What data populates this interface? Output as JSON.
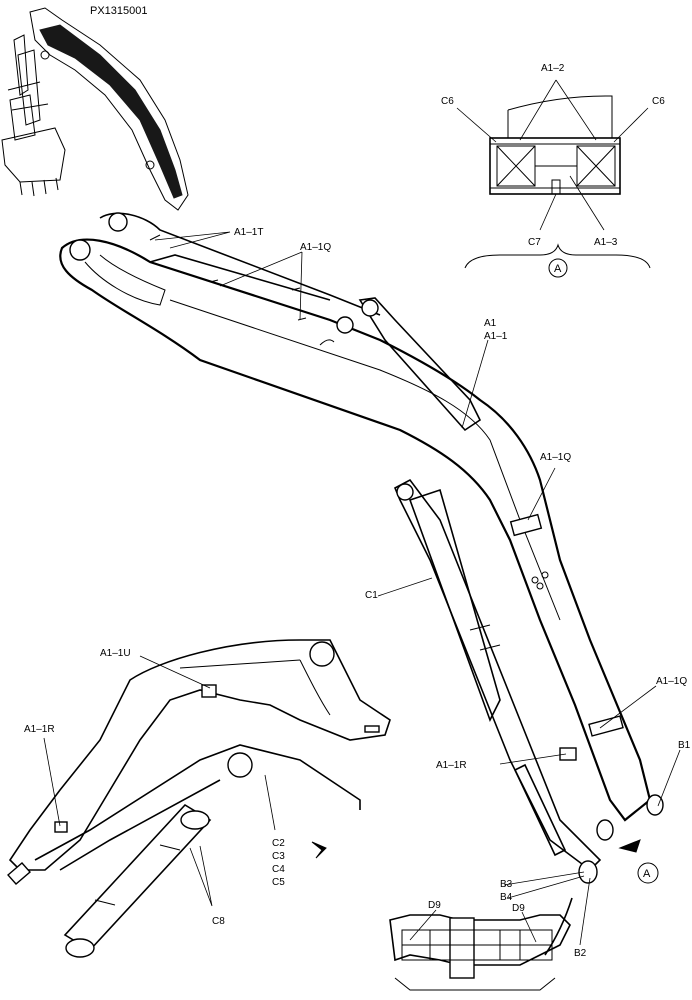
{
  "drawing_id": "PX1315001",
  "view_marker": "A",
  "labels": {
    "a1_2": "A1–2",
    "c6_left": "C6",
    "c6_right": "C6",
    "c7": "C7",
    "a1_3": "A1–3",
    "a1_1t": "A1–1T",
    "a1_1q_top": "A1–1Q",
    "a1": "A1",
    "a1_1": "A1–1",
    "a1_1q_mid": "A1–1Q",
    "c1": "C1",
    "a1_1u": "A1–1U",
    "a1_1q_low": "A1–1Q",
    "a1_1r_left": "A1–1R",
    "a1_1r_right": "A1–1R",
    "b1": "B1",
    "c2": "C2",
    "c3": "C3",
    "c4": "C4",
    "c5": "C5",
    "c8": "C8",
    "b3": "B3",
    "b4": "B4",
    "d9_left": "D9",
    "d9_right": "D9",
    "b2": "B2"
  }
}
